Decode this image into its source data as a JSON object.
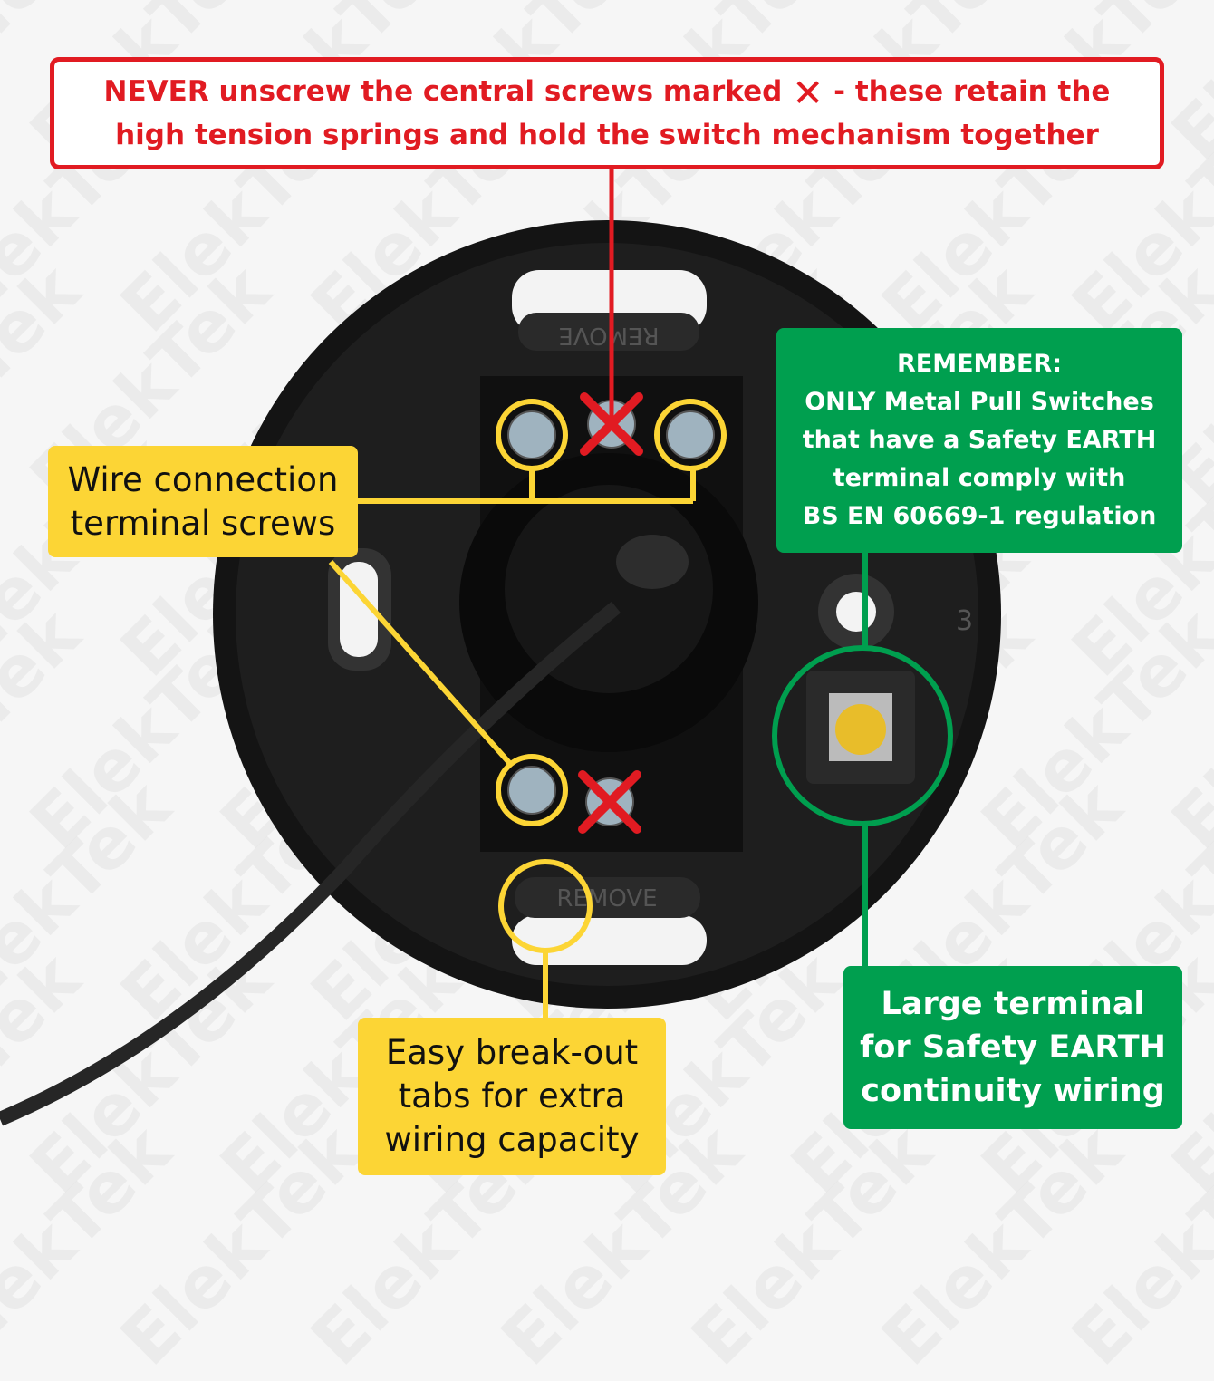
{
  "watermark": "ElekTek",
  "warning": {
    "line1_a": "NEVER unscrew the central screws marked",
    "line1_icon": "red-cross-icon",
    "line1_b": "- these retain the",
    "line2": "high tension springs and hold the switch mechanism together"
  },
  "wire_terminals": {
    "line1": "Wire connection",
    "line2": "terminal screws"
  },
  "breakout_tabs": {
    "line1": "Easy break-out",
    "line2": "tabs for extra",
    "line3": "wiring capacity"
  },
  "remember": {
    "line1": "REMEMBER:",
    "line2": "ONLY Metal Pull Switches",
    "line3": "that have a Safety EARTH",
    "line4": "terminal comply with",
    "line5": "BS EN 60669-1 regulation"
  },
  "earth_terminal": {
    "line1": "Large terminal",
    "line2": "for Safety EARTH",
    "line3": "continuity wiring"
  },
  "product_markings": {
    "remove_top": "REMOVE",
    "remove_bottom": "REMOVE",
    "number": "3"
  },
  "colors": {
    "warning": "#e11b22",
    "callout_yellow": "#fcd535",
    "callout_green": "#009f4f"
  }
}
